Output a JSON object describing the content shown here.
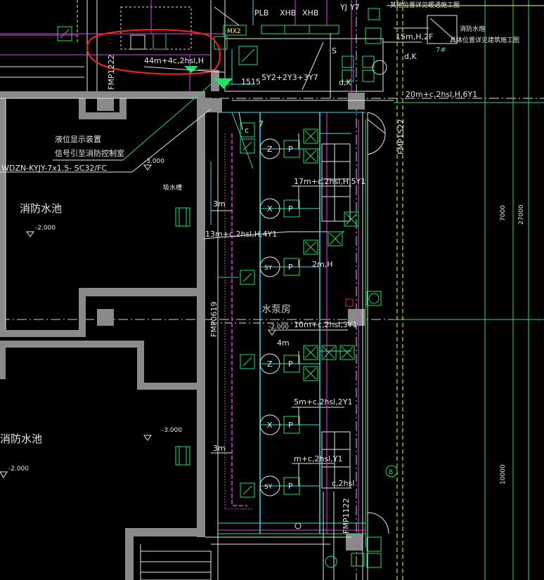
{
  "labels": {
    "top_plb": "PLB",
    "top_xhb": "XHB",
    "top_xhb2": "XHB",
    "top_yj": "YJ",
    "top_y7": "Y7",
    "top_note": "其他位置详见暖通施工图",
    "right_note_1": "消防水炮",
    "right_note_2": "具体位置详见建筑施工图",
    "right_num_7": "7#",
    "right_15m": "15m,H,2F",
    "right_dk": "d,K",
    "mid_dk": "d,K",
    "mid_s": "S",
    "mid_5y": "5Y2+2Y3+3Y7",
    "mid_1515": "1515",
    "mx_box": "MX2",
    "red_44m": "44m+4c,2hsl,H",
    "note_level_1": "液位显示装置",
    "note_level_2": "信号引至消防控制室",
    "cable": "WDZN-KYJY-7x1.5- SC32/FC",
    "elev_3000_a": "-3.000",
    "elev_3000_b": "-3.000",
    "elev_2000_a": "-2.000",
    "elev_2000_b": "-2.000",
    "elev_2000_c": "-2.000",
    "pool_1": "消防水池",
    "pool_2": "消防水池",
    "suction": "吸水槽",
    "pump_room": "水泵房",
    "m20": "20m+c,2hsl,H,6Y1",
    "m17": "17m+c,2hsl,H,5Y1",
    "m13": "13m+c,2hsl,H,4Y1",
    "m2h": "2m,H",
    "m10": "10m+c,2hsl,3Y1",
    "m4": "4m",
    "m5": "5m+c,2hsl,2Y1",
    "m1": "m+c,2hsl,Y1",
    "c2hsl": "c,2hsl",
    "m3_a": "3m",
    "m3_b": "3m",
    "fmp1522": "FMP1522",
    "fmp1222": "FMP1222",
    "fmp0619": "FMP0619",
    "fmp1122": "FMP1122",
    "dim_7000": "7000",
    "dim_27000": "27000",
    "dim_10000": "10000",
    "axis_b": "B",
    "seven": "7",
    "c_label": "c",
    "z1": "Z",
    "z2": "Z",
    "x1": "X",
    "x2": "X",
    "sy1": "SY",
    "sy2": "SY",
    "p": "P"
  },
  "colors": {
    "wall": "#8a8a8a",
    "green": "#22e06a",
    "cyan": "#40d8e8",
    "magenta": "#e040e0",
    "white": "#e8e8e8",
    "yellow": "#ffff55",
    "red": "#ff2020",
    "bg": "#000000"
  }
}
